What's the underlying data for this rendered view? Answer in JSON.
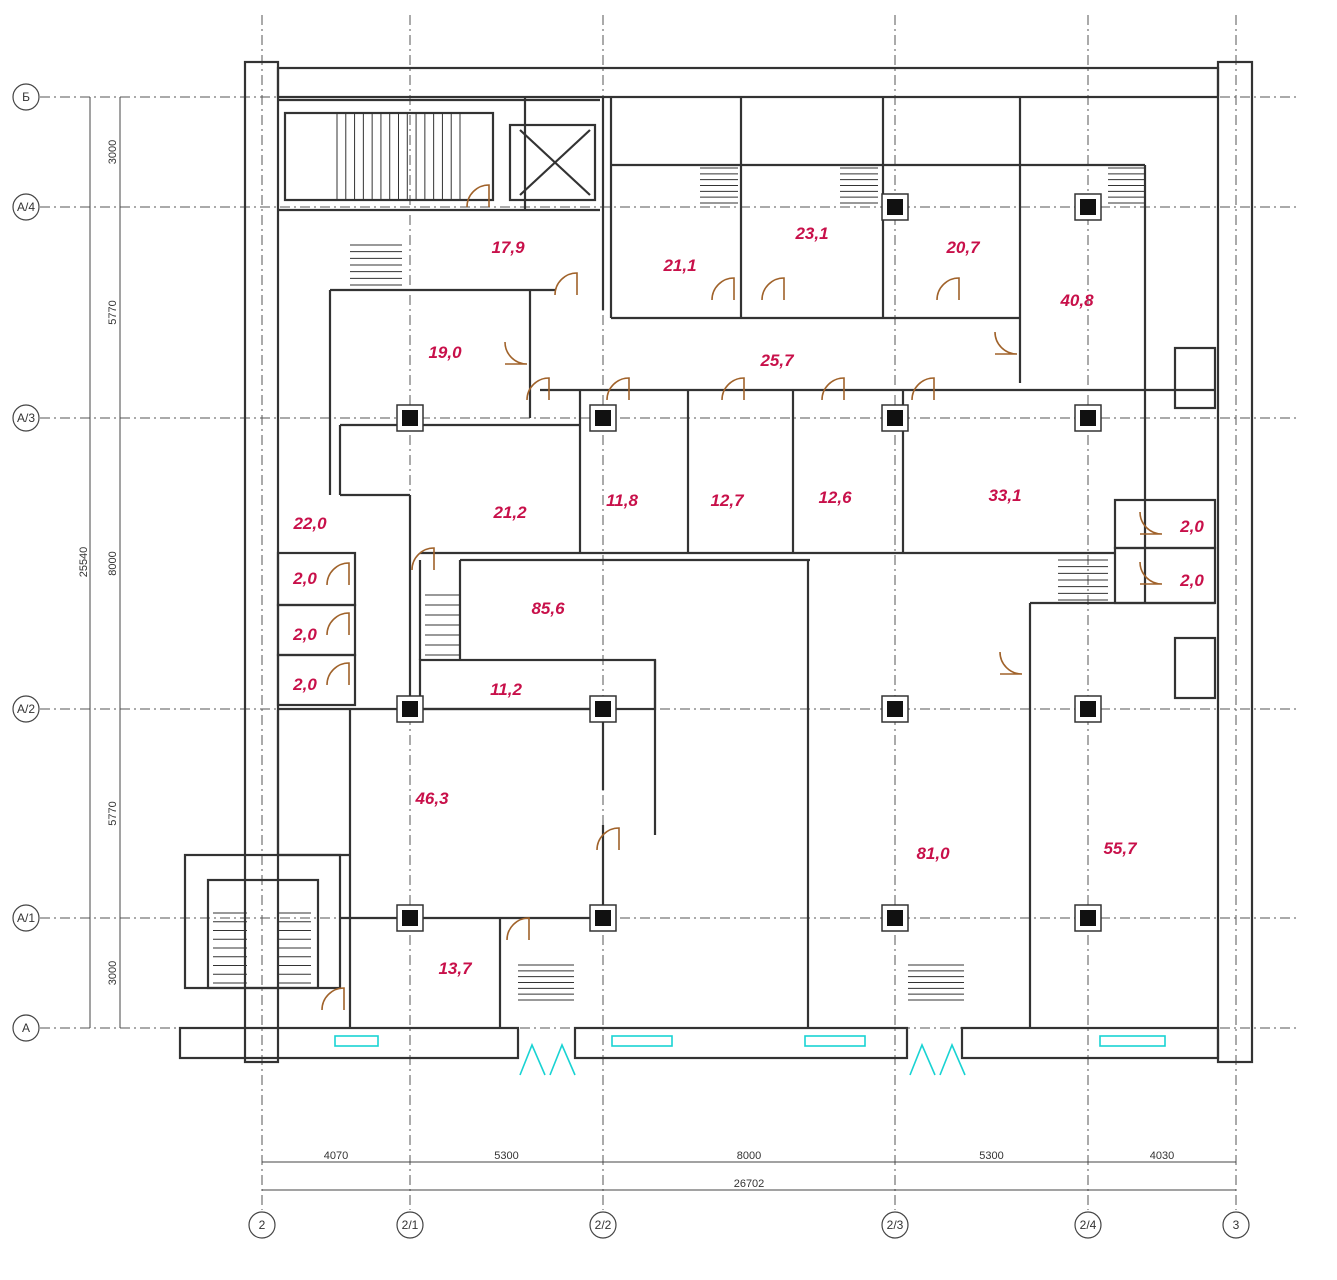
{
  "drawing": {
    "axes_columns": [
      "2",
      "2/1",
      "2/2",
      "2/3",
      "2/4",
      "3"
    ],
    "axes_rows": [
      "Б",
      "А/4",
      "А/3",
      "А/2",
      "А/1",
      "А"
    ],
    "dimensions_horizontal": [
      "4070",
      "5300",
      "8000",
      "5300",
      "4030"
    ],
    "dimension_total_horizontal": "26702",
    "dimensions_vertical": [
      "3000",
      "5770",
      "8000",
      "5770",
      "3000"
    ],
    "dimension_total_vertical": "25540",
    "rooms": [
      "17,9",
      "21,1",
      "23,1",
      "20,7",
      "40,8",
      "19,0",
      "25,7",
      "21,2",
      "11,8",
      "12,7",
      "12,6",
      "33,1",
      "22,0",
      "2,0",
      "2,0",
      "2,0",
      "85,6",
      "11,2",
      "46,3",
      "81,0",
      "55,7",
      "13,7",
      "2,0",
      "2,0"
    ],
    "colors": {
      "room_label": "#c8104a",
      "door": "#a0622a",
      "window": "#19d3d3",
      "wall": "#333333"
    }
  }
}
